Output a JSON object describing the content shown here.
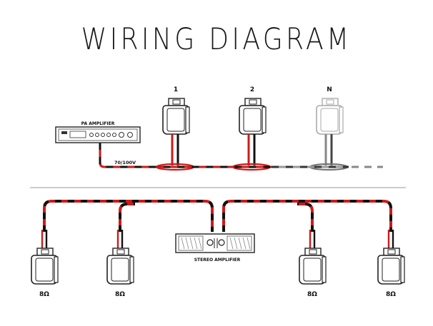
{
  "title": "WIRING DIAGRAM",
  "top_section": {
    "speaker_labels": [
      "1",
      "2",
      "N"
    ],
    "amplifier_label": "PA AMPLIFIER",
    "line_label": "70/100V"
  },
  "bottom_section": {
    "amplifier_label": "STEREO AMPLIFIER",
    "impedance_labels": [
      "8Ω",
      "8Ω",
      "8Ω",
      "8Ω"
    ]
  },
  "colors": {
    "wire_red": "#cc1a1a",
    "wire_black": "#111111",
    "wire_faded": "#888888",
    "divider": "#999999",
    "outline": "#222222"
  }
}
